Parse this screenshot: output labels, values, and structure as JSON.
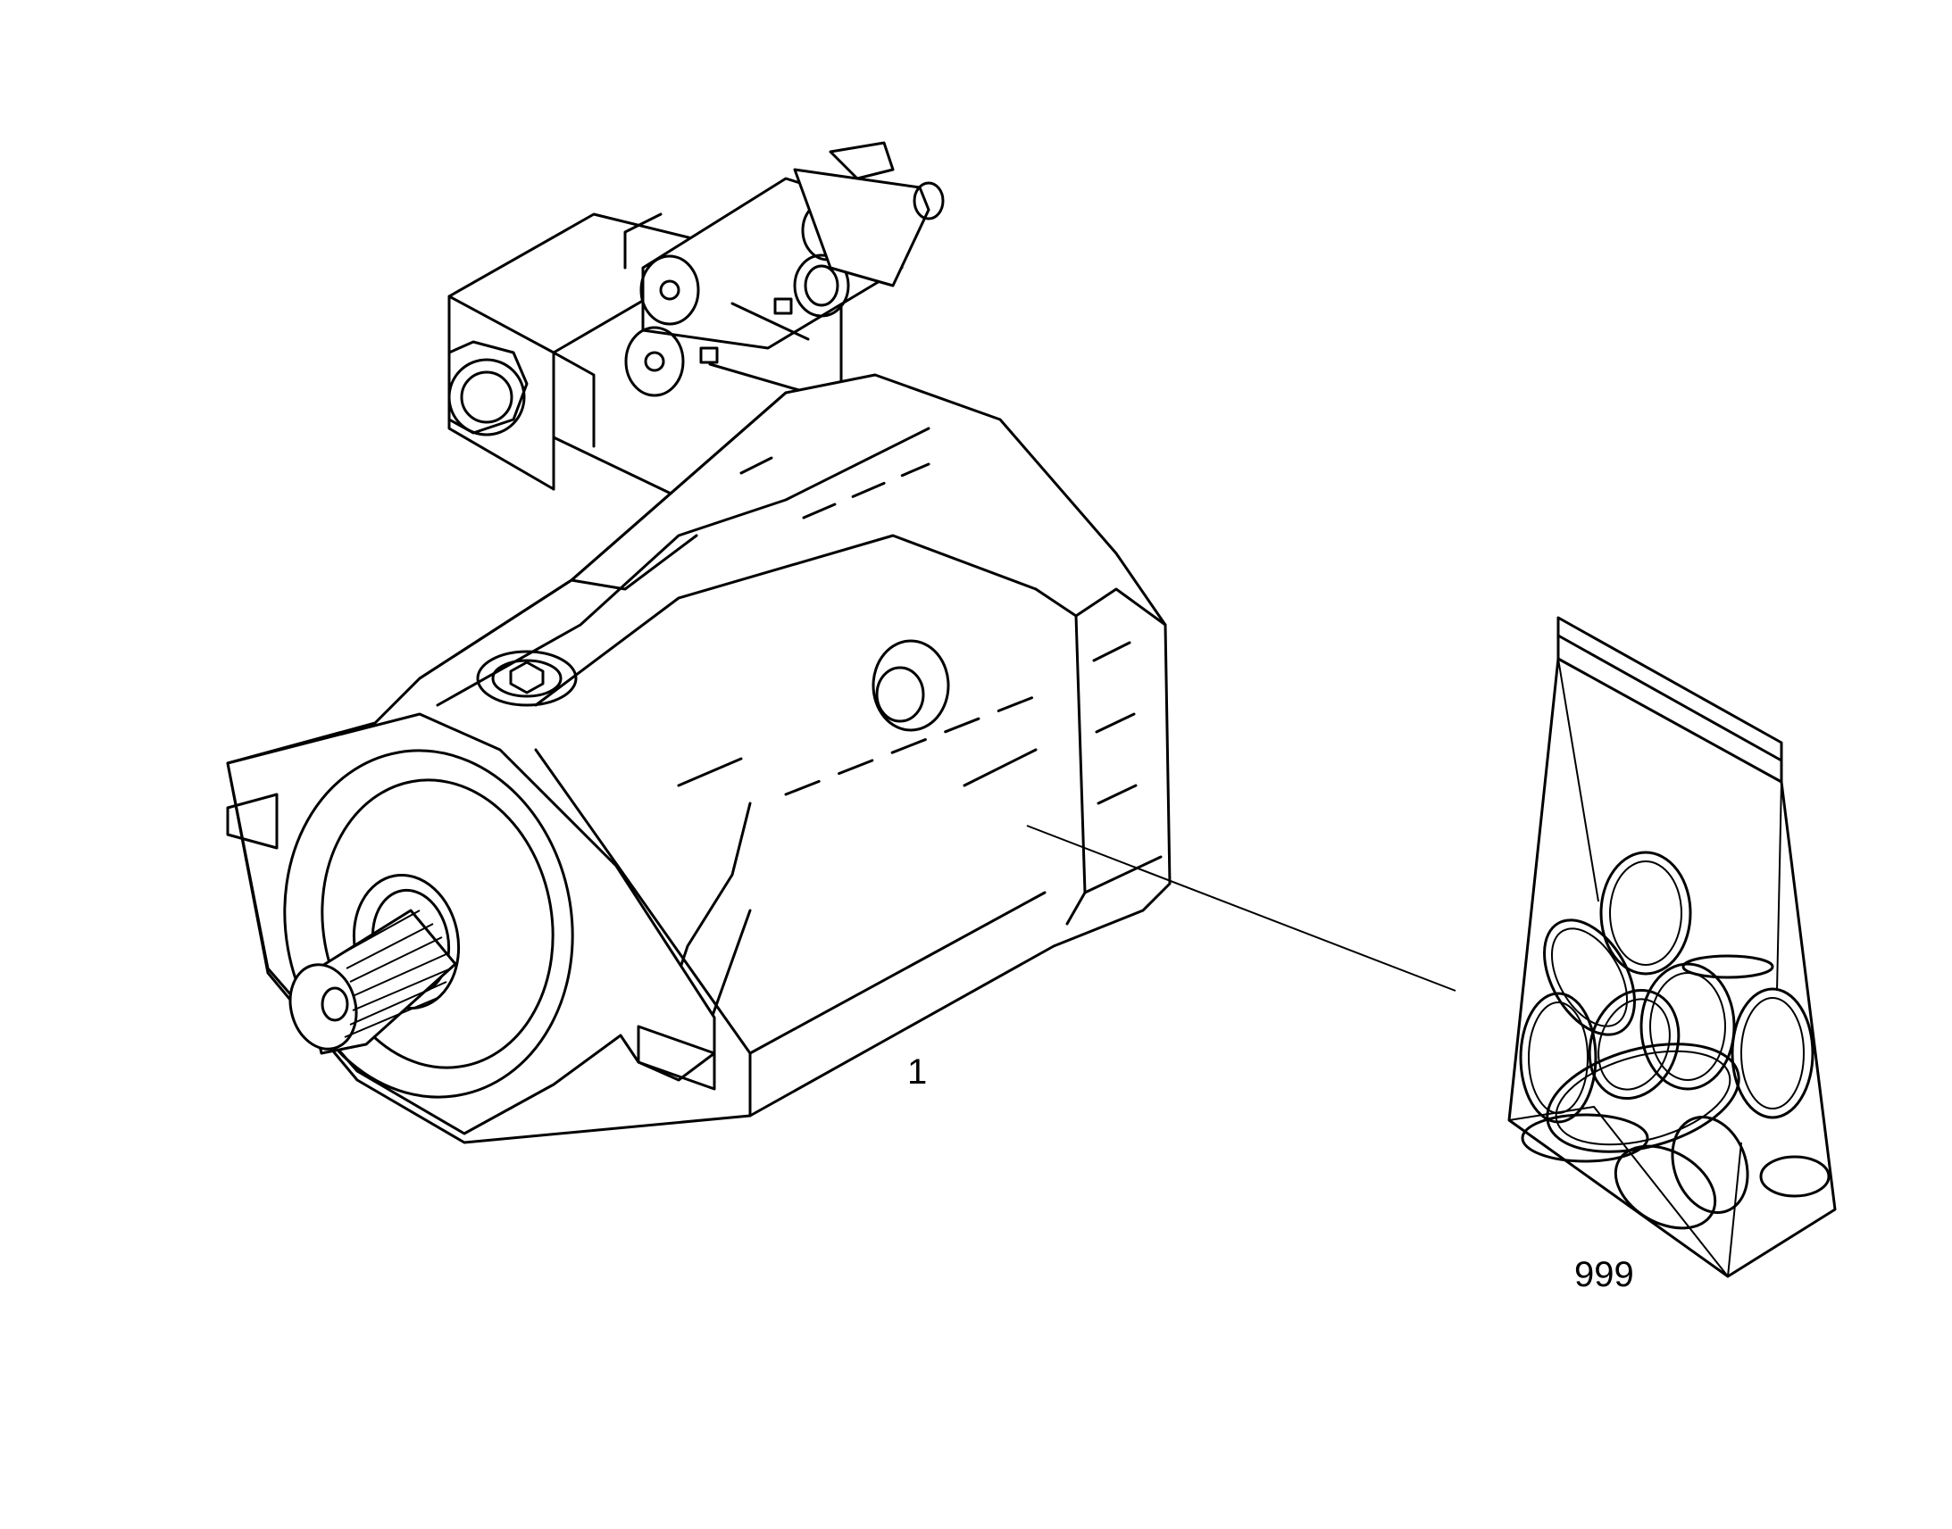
{
  "diagram": {
    "parts": [
      {
        "id": "pump",
        "callout": "1",
        "icon": "hydraulic-pump-drawing"
      },
      {
        "id": "seal-kit",
        "callout": "999",
        "icon": "seal-kit-bag-drawing"
      }
    ],
    "colors": {
      "line": "#000000",
      "background": "#ffffff"
    }
  }
}
